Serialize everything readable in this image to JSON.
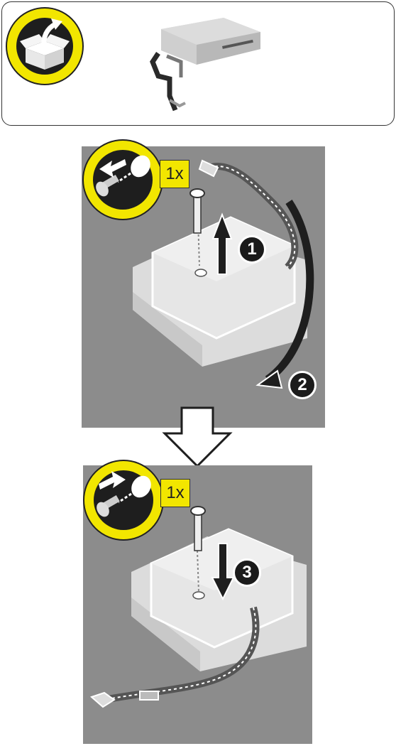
{
  "step1": {
    "screw_quantity": "1x",
    "callout_lift": "1",
    "callout_swing": "2"
  },
  "step2": {
    "screw_quantity": "1x",
    "callout_lower": "3"
  },
  "icons": {
    "unbox": "unbox-icon",
    "screw_remove": "screw-remove-icon",
    "screw_install": "screw-install-icon",
    "next_step": "down-arrow-icon"
  },
  "colors": {
    "badge_yellow": "#f2e600",
    "photo_gray": "#8e8e8e",
    "callout_black": "#1b1b1b"
  }
}
